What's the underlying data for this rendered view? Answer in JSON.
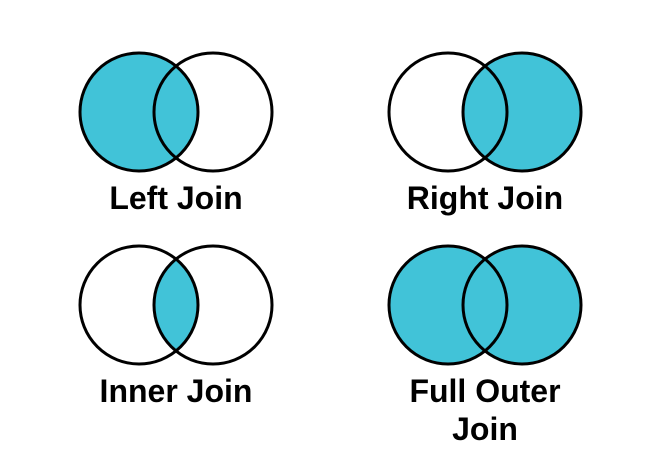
{
  "colors": {
    "accent": "#41c3d8",
    "stroke": "#000000",
    "text": "#000000",
    "background": "#ffffff"
  },
  "panels": [
    {
      "label": "Left Join",
      "filled": "left"
    },
    {
      "label": "Right Join",
      "filled": "right"
    },
    {
      "label": "Inner Join",
      "filled": "intersection"
    },
    {
      "label": "Full Outer Join",
      "filled": "both"
    }
  ]
}
